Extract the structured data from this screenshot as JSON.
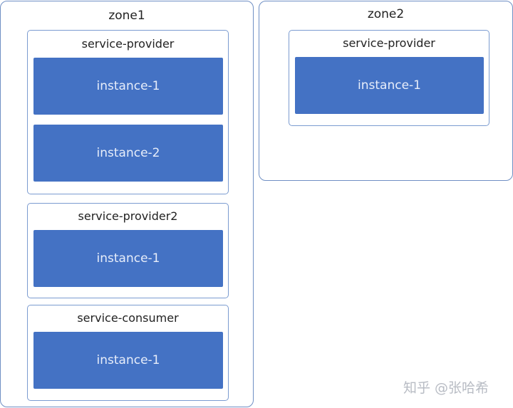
{
  "colors": {
    "zone_border": "#6f8fc4",
    "service_border": "#7b9bd0",
    "instance_fill": "#4472c4",
    "instance_text": "#e8eefa"
  },
  "zones": [
    {
      "title": "zone1",
      "services": [
        {
          "title": "service-provider",
          "instances": [
            "instance-1",
            "instance-2"
          ]
        },
        {
          "title": "service-provider2",
          "instances": [
            "instance-1"
          ]
        },
        {
          "title": "service-consumer",
          "instances": [
            "instance-1"
          ]
        }
      ]
    },
    {
      "title": "zone2",
      "services": [
        {
          "title": "service-provider",
          "instances": [
            "instance-1"
          ]
        }
      ]
    }
  ],
  "watermark": "知乎 @张哈希"
}
